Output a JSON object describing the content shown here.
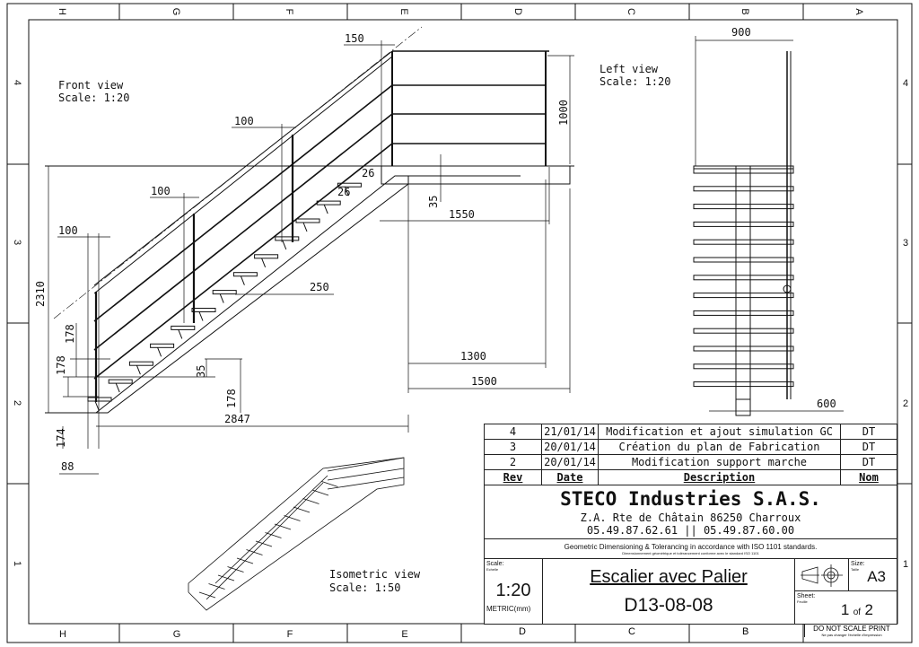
{
  "frame": {
    "columns": [
      "H",
      "G",
      "F",
      "E",
      "D",
      "C",
      "B",
      "A"
    ],
    "rows": [
      "4",
      "3",
      "2",
      "1"
    ]
  },
  "front_view": {
    "title": "Front view",
    "scale": "Scale:  1:20"
  },
  "left_view": {
    "title": "Left view",
    "scale": "Scale:  1:20"
  },
  "isometric_view": {
    "title": "Isometric view",
    "scale": "Scale:  1:50"
  },
  "dimensions": {
    "d150": "150",
    "d1000": "1000",
    "d100a": "100",
    "d100b": "100",
    "d100c": "100",
    "d26a": "26",
    "d26b": "26",
    "d35a": "35",
    "d1550": "1550",
    "d250": "250",
    "d2310": "2310",
    "d178a": "178",
    "d178b": "178",
    "d35b": "35",
    "d178c": "178",
    "d1300": "1300",
    "d1500": "1500",
    "d2847": "2847",
    "d174": "174",
    "d88": "88",
    "d600": "600",
    "d900": "900"
  },
  "revisions": {
    "headers": {
      "rev": "Rev",
      "date": "Date",
      "description": "Description",
      "name": "Nom"
    },
    "rows": [
      {
        "rev": "4",
        "date": "21/01/14",
        "description": "Modification et ajout simulation GC",
        "name": "DT"
      },
      {
        "rev": "3",
        "date": "20/01/14",
        "description": "Création du plan de Fabrication",
        "name": "DT"
      },
      {
        "rev": "2",
        "date": "20/01/14",
        "description": "Modification support marche",
        "name": "DT"
      }
    ]
  },
  "title_block": {
    "company": "STECO Industries S.A.S.",
    "address": "Z.A. Rte de Châtain 86250 Charroux",
    "phones": "05.49.87.62.61 || 05.49.87.60.00",
    "gdt_en": "Geometric Dimensioning & Tolerancing in accordance with ISO 1101 standards.",
    "gdt_fr": "Dimensionnement géométrique et tolérancement conforme avec le standard ISO 1101",
    "scale_label": "Scale:",
    "scale_label_fr": "Echelle",
    "scale": "1:20",
    "units": "METRIC(mm)",
    "title": "Escalier avec Palier",
    "drawing_number": "D13-08-08",
    "size_label": "Size:",
    "size_label_fr": "Taille",
    "size": "A3",
    "sheet_label": "Sheet:",
    "sheet_label_fr": "Feuille",
    "sheet_num": "1",
    "sheet_of": "of",
    "sheet_total": "2",
    "no_scale": "DO NOT SCALE PRINT",
    "no_scale_fr": "Ne pas changer l'échelle d'impression",
    "projection_icon": "first-angle-projection-symbol"
  }
}
